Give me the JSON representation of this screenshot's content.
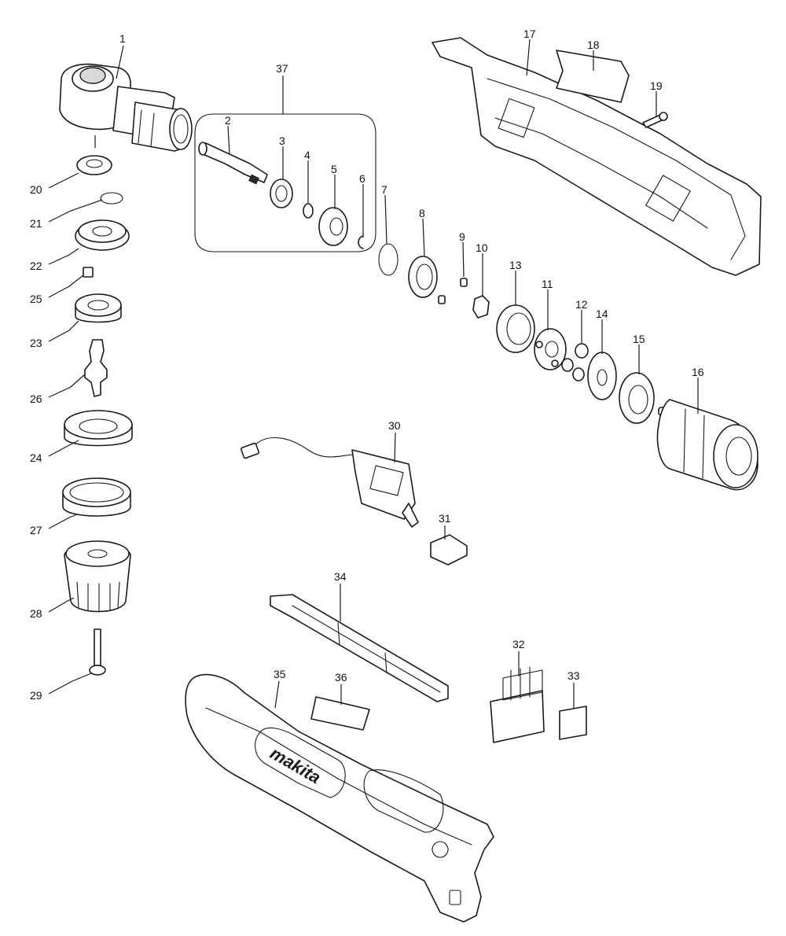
{
  "diagram": {
    "logo_text": "makita",
    "callouts": [
      {
        "id": "c1",
        "label": "1"
      },
      {
        "id": "c2",
        "label": "2"
      },
      {
        "id": "c3",
        "label": "3"
      },
      {
        "id": "c4",
        "label": "4"
      },
      {
        "id": "c5",
        "label": "5"
      },
      {
        "id": "c6",
        "label": "6"
      },
      {
        "id": "c7",
        "label": "7"
      },
      {
        "id": "c8",
        "label": "8"
      },
      {
        "id": "c9",
        "label": "9"
      },
      {
        "id": "c10",
        "label": "10"
      },
      {
        "id": "c11",
        "label": "11"
      },
      {
        "id": "c12",
        "label": "12"
      },
      {
        "id": "c13",
        "label": "13"
      },
      {
        "id": "c14",
        "label": "14"
      },
      {
        "id": "c15",
        "label": "15"
      },
      {
        "id": "c16",
        "label": "16"
      },
      {
        "id": "c17",
        "label": "17"
      },
      {
        "id": "c18",
        "label": "18"
      },
      {
        "id": "c19",
        "label": "19"
      },
      {
        "id": "c20",
        "label": "20"
      },
      {
        "id": "c21",
        "label": "21"
      },
      {
        "id": "c22",
        "label": "22"
      },
      {
        "id": "c23",
        "label": "23"
      },
      {
        "id": "c24",
        "label": "24"
      },
      {
        "id": "c25",
        "label": "25"
      },
      {
        "id": "c26",
        "label": "26"
      },
      {
        "id": "c27",
        "label": "27"
      },
      {
        "id": "c28",
        "label": "28"
      },
      {
        "id": "c29",
        "label": "29"
      },
      {
        "id": "c30",
        "label": "30"
      },
      {
        "id": "c31",
        "label": "31"
      },
      {
        "id": "c32",
        "label": "32"
      },
      {
        "id": "c33",
        "label": "33"
      },
      {
        "id": "c34",
        "label": "34"
      },
      {
        "id": "c35",
        "label": "35"
      },
      {
        "id": "c36",
        "label": "36"
      },
      {
        "id": "c37",
        "label": "37"
      }
    ]
  }
}
